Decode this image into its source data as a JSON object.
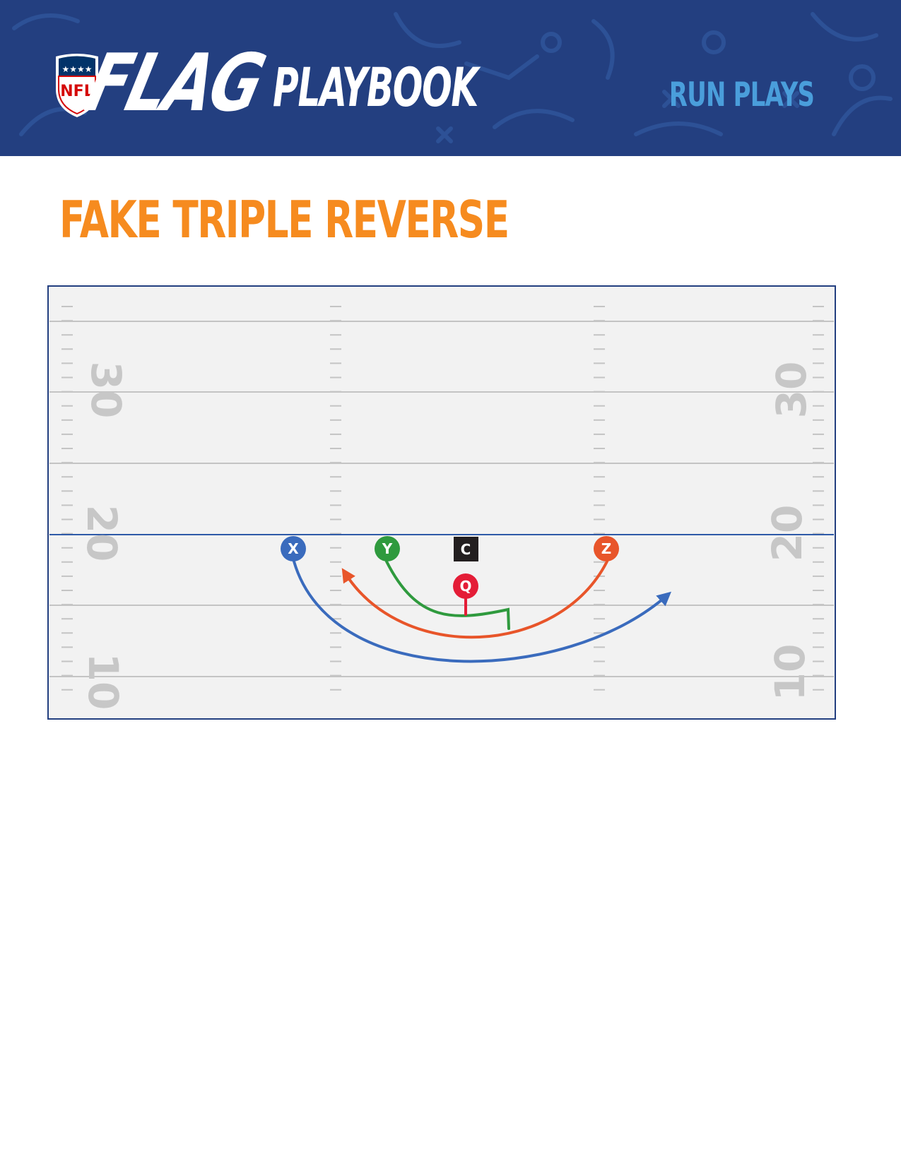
{
  "header": {
    "logo": {
      "shield_text": "NFL",
      "wordmark": "FLAG",
      "wordmark_suffix": "PLAYBOOK"
    },
    "section": "RUN PLAYS",
    "background_color": "#233f80"
  },
  "play": {
    "title": "FAKE TRIPLE REVERSE",
    "title_color": "#f68b1f"
  },
  "field": {
    "yard_numbers": {
      "left": [
        "30",
        "20",
        "10"
      ],
      "right": [
        "30",
        "20",
        "10"
      ]
    },
    "line_of_scrimmage_color": "#2e5aa8"
  },
  "players": [
    {
      "id": "X",
      "label": "X",
      "shape": "circle",
      "color": "#3a6bbd"
    },
    {
      "id": "Y",
      "label": "Y",
      "shape": "circle",
      "color": "#2f9a3e"
    },
    {
      "id": "C",
      "label": "C",
      "shape": "square",
      "color": "#231f20"
    },
    {
      "id": "Q",
      "label": "Q",
      "shape": "circle",
      "color": "#e41d37"
    },
    {
      "id": "Z",
      "label": "Z",
      "shape": "circle",
      "color": "#e8552a"
    }
  ],
  "routes": [
    {
      "player": "X",
      "color": "#3a6bbd",
      "arrow": true
    },
    {
      "player": "Y",
      "color": "#2f9a3e",
      "arrow": false
    },
    {
      "player": "Z",
      "color": "#e8552a",
      "arrow": true
    },
    {
      "player": "Q",
      "color": "#e41d37",
      "arrow": false
    }
  ]
}
